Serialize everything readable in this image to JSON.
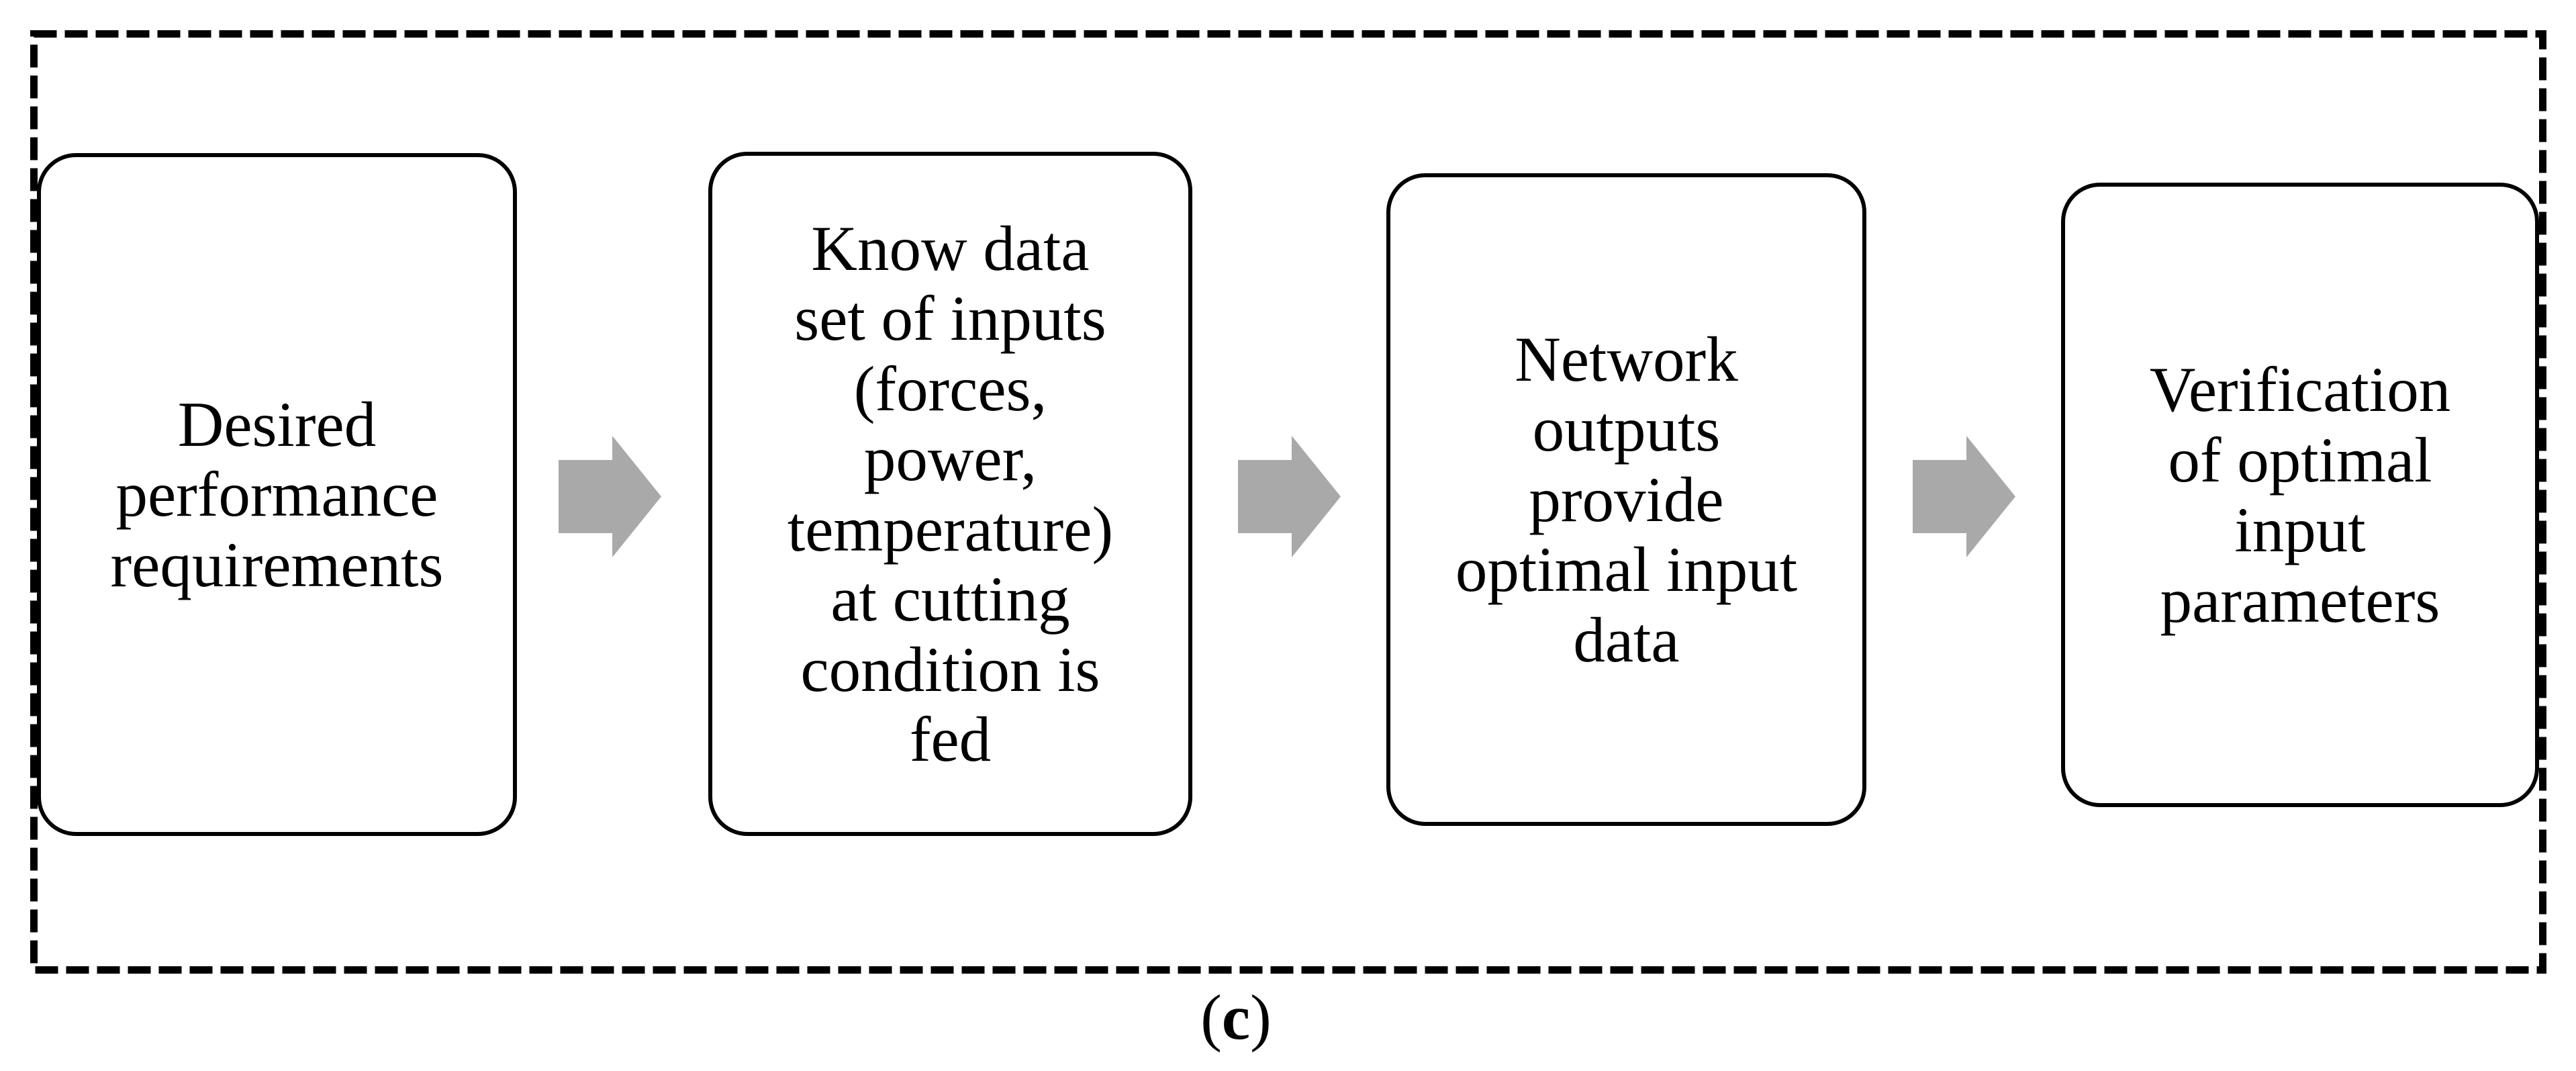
{
  "colors": {
    "background": "#ffffff",
    "box_border": "#000000",
    "text": "#000000",
    "arrow": "#a9a9a9",
    "dashed_border": "#000000"
  },
  "flow": {
    "boxes": [
      {
        "lines": [
          "Desired",
          "performance",
          "requirements"
        ]
      },
      {
        "lines": [
          "Know data",
          "set of inputs",
          "(forces,",
          "power,",
          "temperature)",
          "at cutting",
          "condition is",
          "fed"
        ]
      },
      {
        "lines": [
          "Network",
          "outputs",
          "provide",
          "optimal input",
          "data"
        ]
      },
      {
        "lines": [
          "Verification",
          "of optimal",
          "input",
          "parameters"
        ]
      }
    ]
  },
  "caption": {
    "open": "(",
    "letter": "c",
    "close": ")"
  }
}
